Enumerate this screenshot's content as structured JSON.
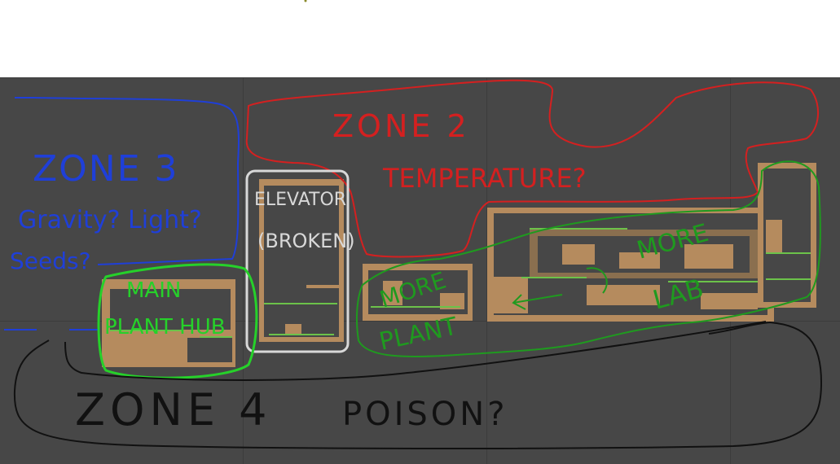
{
  "canvas": {
    "background": "#474747",
    "grid_color": "#3c3c3c",
    "tile_color": "#b58b5e",
    "platform_color": "#6cc24a"
  },
  "annotations": {
    "zone3": {
      "title": "ZONE 3",
      "line1": "Gravity? Light?",
      "line2": "Seeds?",
      "color": "#1f3fd8"
    },
    "zone2": {
      "title": "ZONE 2",
      "subtitle": "TEMPERATURE?",
      "color": "#d42020"
    },
    "elevator": {
      "line1": "ELEVATOR",
      "line2": "(BROKEN)",
      "color": "#d8d8d8"
    },
    "main_plant_hub": {
      "line1": "MAIN",
      "line2": "PLANT HUB",
      "color": "#26d12a"
    },
    "more_plant": {
      "line1": "MORE",
      "line2": "PLANT",
      "color": "#1f9a1f"
    },
    "more_lab": {
      "line1": "MORE",
      "line2": "LAB",
      "color": "#1f9a1f"
    },
    "zone4": {
      "title": "ZONE 4",
      "subtitle": "POISON?",
      "color": "#111111"
    }
  }
}
